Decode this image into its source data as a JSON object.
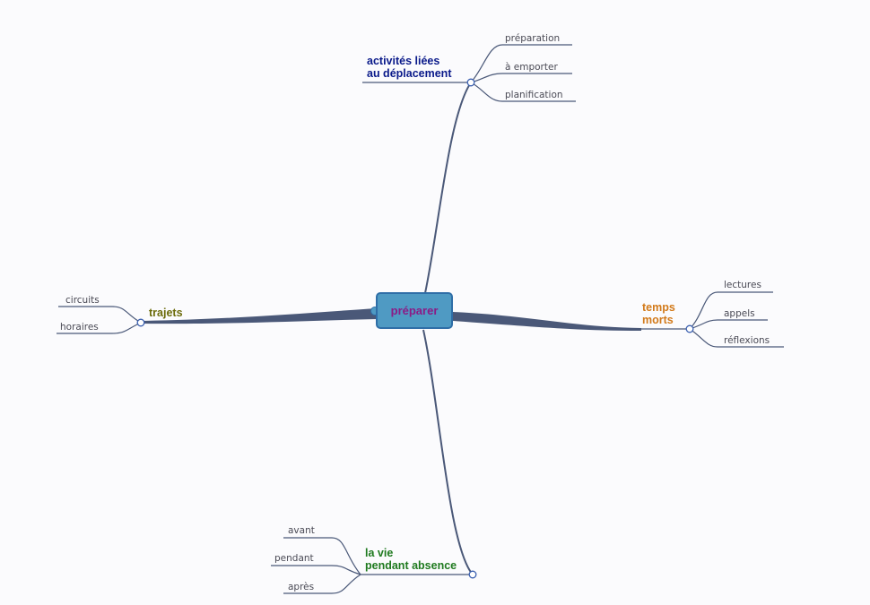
{
  "root": {
    "label": "préparer",
    "color": "#8b1b86",
    "fill": "#4f9ac3"
  },
  "branches": [
    {
      "id": "deplacement",
      "label": "activités liées\nau déplacement",
      "color": "#0a1a8a",
      "children": [
        "préparation",
        "à emporter",
        "planification"
      ]
    },
    {
      "id": "temps",
      "label": "temps\nmorts",
      "color": "#d27a1a",
      "children": [
        "lectures",
        "appels",
        "réflexions"
      ]
    },
    {
      "id": "trajets",
      "label": "trajets",
      "color": "#6b6b0a",
      "children": [
        "circuits",
        "horaires"
      ]
    },
    {
      "id": "absence",
      "label": "la vie\npendant absence",
      "color": "#1f7a1f",
      "children": [
        "avant",
        "pendant",
        "après"
      ]
    }
  ],
  "link_color": "#4a5878"
}
